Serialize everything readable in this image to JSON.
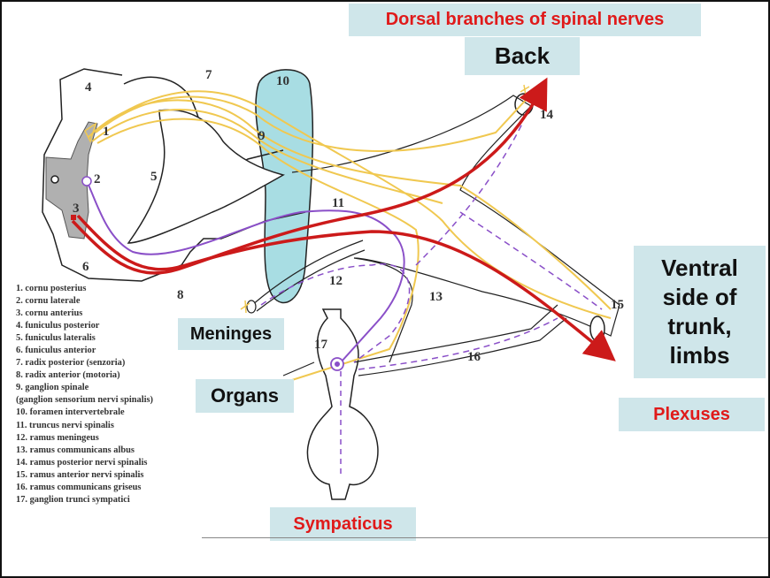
{
  "labels": {
    "dorsal": "Dorsal branches of spinal nerves",
    "back": "Back",
    "ventral": "Ventral side of trunk, limbs",
    "meninges": "Meninges",
    "organs": "Organs",
    "plexuses": "Plexuses",
    "sympaticus": "Sympaticus"
  },
  "numbers": [
    "1",
    "2",
    "3",
    "4",
    "5",
    "6",
    "7",
    "8",
    "9",
    "10",
    "11",
    "12",
    "13",
    "14",
    "15",
    "16",
    "17"
  ],
  "legend": [
    "1. cornu posterius",
    "2. cornu laterale",
    "3. cornu anterius",
    "4. funiculus posterior",
    "5. funiculus lateralis",
    "6. funiculus anterior",
    "7. radix posterior (senzoria)",
    "8. radix anterior (motoria)",
    "9. ganglion spinale",
    "(ganglion sensorium nervi spinalis)",
    "10. foramen intervertebrale",
    "11. truncus nervi spinalis",
    "12. ramus meningeus",
    "13. ramus communicans albus",
    "14. ramus posterior nervi spinalis",
    "15. ramus anterior nervi spinalis",
    "16. ramus communicans griseus",
    "17. ganglion trunci sympatici"
  ],
  "colors": {
    "label_bg": "#cfe6ea",
    "label_red": "#e01a1a",
    "sensory": "#f0c850",
    "motor": "#cc1a1a",
    "preganglionic": "#8a4fc8",
    "foramen": "#a8dde3",
    "grey_matter": "#b0b0b0"
  }
}
